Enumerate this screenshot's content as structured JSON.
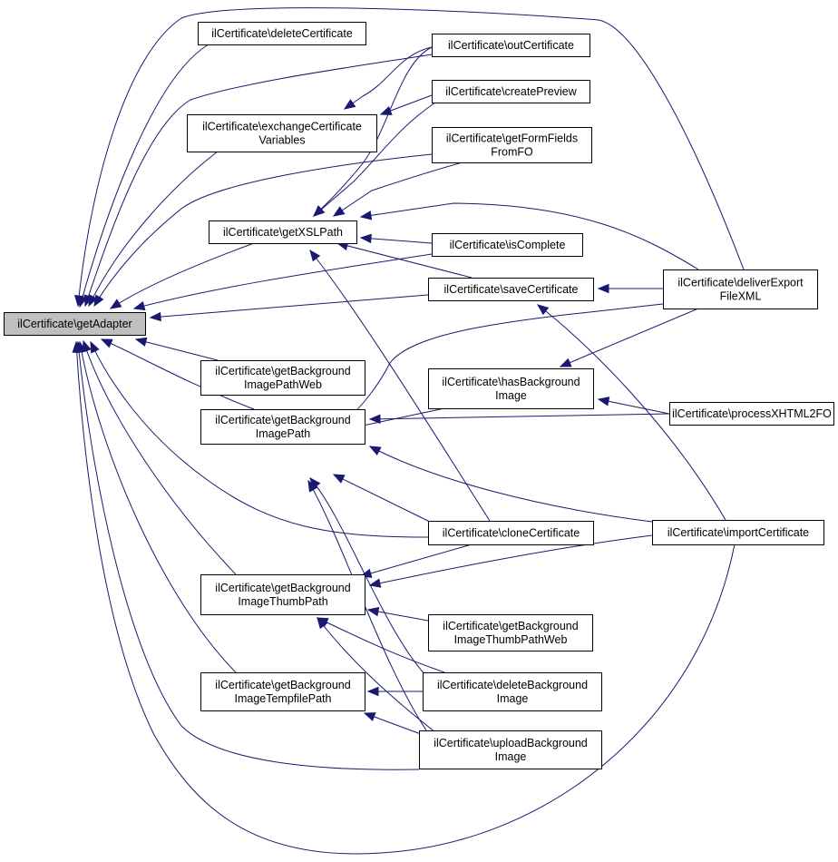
{
  "diagram": {
    "type": "call graph",
    "colors": {
      "edge": "#191970",
      "node_border": "#000000",
      "node_fill": "#ffffff",
      "root_fill": "#bfbfbf"
    },
    "nodes": {
      "getAdapter": {
        "lines": [
          "ilCertificate\\getAdapter"
        ],
        "root": true
      },
      "deleteCertificate": {
        "lines": [
          "ilCertificate\\deleteCertificate"
        ]
      },
      "exchangeCertificateVariables": {
        "lines": [
          "ilCertificate\\exchangeCertificate",
          "Variables"
        ]
      },
      "getXSLPath": {
        "lines": [
          "ilCertificate\\getXSLPath"
        ]
      },
      "getBackgroundImagePathWeb": {
        "lines": [
          "ilCertificate\\getBackground",
          "ImagePathWeb"
        ]
      },
      "getBackgroundImagePath": {
        "lines": [
          "ilCertificate\\getBackground",
          "ImagePath"
        ]
      },
      "getBackgroundImageThumbPath": {
        "lines": [
          "ilCertificate\\getBackground",
          "ImageThumbPath"
        ]
      },
      "getBackgroundImageTempfilePath": {
        "lines": [
          "ilCertificate\\getBackground",
          "ImageTempfilePath"
        ]
      },
      "outCertificate": {
        "lines": [
          "ilCertificate\\outCertificate"
        ]
      },
      "createPreview": {
        "lines": [
          "ilCertificate\\createPreview"
        ]
      },
      "getFormFieldsFromFO": {
        "lines": [
          "ilCertificate\\getFormFields",
          "FromFO"
        ]
      },
      "isComplete": {
        "lines": [
          "ilCertificate\\isComplete"
        ]
      },
      "saveCertificate": {
        "lines": [
          "ilCertificate\\saveCertificate"
        ]
      },
      "hasBackgroundImage": {
        "lines": [
          "ilCertificate\\hasBackground",
          "Image"
        ]
      },
      "cloneCertificate": {
        "lines": [
          "ilCertificate\\cloneCertificate"
        ]
      },
      "getBackgroundImageThumbPathWeb": {
        "lines": [
          "ilCertificate\\getBackground",
          "ImageThumbPathWeb"
        ]
      },
      "deleteBackgroundImage": {
        "lines": [
          "ilCertificate\\deleteBackground",
          "Image"
        ]
      },
      "uploadBackgroundImage": {
        "lines": [
          "ilCertificate\\uploadBackground",
          "Image"
        ]
      },
      "deliverExportFileXML": {
        "lines": [
          "ilCertificate\\deliverExport",
          "FileXML"
        ]
      },
      "processXHTML2FO": {
        "lines": [
          "ilCertificate\\processXHTML2FO"
        ]
      },
      "importCertificate": {
        "lines": [
          "ilCertificate\\importCertificate"
        ]
      }
    },
    "edges": [
      {
        "from": "deleteCertificate",
        "to": "getAdapter"
      },
      {
        "from": "exchangeCertificateVariables",
        "to": "getAdapter"
      },
      {
        "from": "getXSLPath",
        "to": "getAdapter"
      },
      {
        "from": "getBackgroundImagePathWeb",
        "to": "getAdapter"
      },
      {
        "from": "getBackgroundImagePath",
        "to": "getAdapter"
      },
      {
        "from": "getBackgroundImageThumbPath",
        "to": "getAdapter"
      },
      {
        "from": "getBackgroundImageTempfilePath",
        "to": "getAdapter"
      },
      {
        "from": "outCertificate",
        "to": "getAdapter"
      },
      {
        "from": "getFormFieldsFromFO",
        "to": "getAdapter"
      },
      {
        "from": "isComplete",
        "to": "getAdapter"
      },
      {
        "from": "saveCertificate",
        "to": "getAdapter"
      },
      {
        "from": "cloneCertificate",
        "to": "getAdapter"
      },
      {
        "from": "uploadBackgroundImage",
        "to": "getAdapter"
      },
      {
        "from": "deliverExportFileXML",
        "to": "getAdapter"
      },
      {
        "from": "importCertificate",
        "to": "getAdapter"
      },
      {
        "from": "outCertificate",
        "to": "exchangeCertificateVariables"
      },
      {
        "from": "createPreview",
        "to": "exchangeCertificateVariables"
      },
      {
        "from": "outCertificate",
        "to": "getXSLPath"
      },
      {
        "from": "createPreview",
        "to": "getXSLPath"
      },
      {
        "from": "getFormFieldsFromFO",
        "to": "getXSLPath"
      },
      {
        "from": "isComplete",
        "to": "getXSLPath"
      },
      {
        "from": "saveCertificate",
        "to": "getXSLPath"
      },
      {
        "from": "cloneCertificate",
        "to": "getXSLPath"
      },
      {
        "from": "deliverExportFileXML",
        "to": "getXSLPath"
      },
      {
        "from": "deliverExportFileXML",
        "to": "saveCertificate"
      },
      {
        "from": "importCertificate",
        "to": "saveCertificate"
      },
      {
        "from": "deliverExportFileXML",
        "to": "getBackgroundImagePath"
      },
      {
        "from": "hasBackgroundImage",
        "to": "getBackgroundImagePath"
      },
      {
        "from": "processXHTML2FO",
        "to": "getBackgroundImagePath"
      },
      {
        "from": "cloneCertificate",
        "to": "getBackgroundImagePath"
      },
      {
        "from": "importCertificate",
        "to": "getBackgroundImagePath"
      },
      {
        "from": "deleteBackgroundImage",
        "to": "getBackgroundImagePath"
      },
      {
        "from": "uploadBackgroundImage",
        "to": "getBackgroundImagePath"
      },
      {
        "from": "deliverExportFileXML",
        "to": "hasBackgroundImage"
      },
      {
        "from": "processXHTML2FO",
        "to": "hasBackgroundImage"
      },
      {
        "from": "cloneCertificate",
        "to": "getBackgroundImageThumbPath"
      },
      {
        "from": "importCertificate",
        "to": "getBackgroundImageThumbPath"
      },
      {
        "from": "getBackgroundImageThumbPathWeb",
        "to": "getBackgroundImageThumbPath"
      },
      {
        "from": "deleteBackgroundImage",
        "to": "getBackgroundImageThumbPath"
      },
      {
        "from": "uploadBackgroundImage",
        "to": "getBackgroundImageThumbPath"
      },
      {
        "from": "deleteBackgroundImage",
        "to": "getBackgroundImageTempfilePath"
      },
      {
        "from": "uploadBackgroundImage",
        "to": "getBackgroundImageTempfilePath"
      }
    ]
  }
}
